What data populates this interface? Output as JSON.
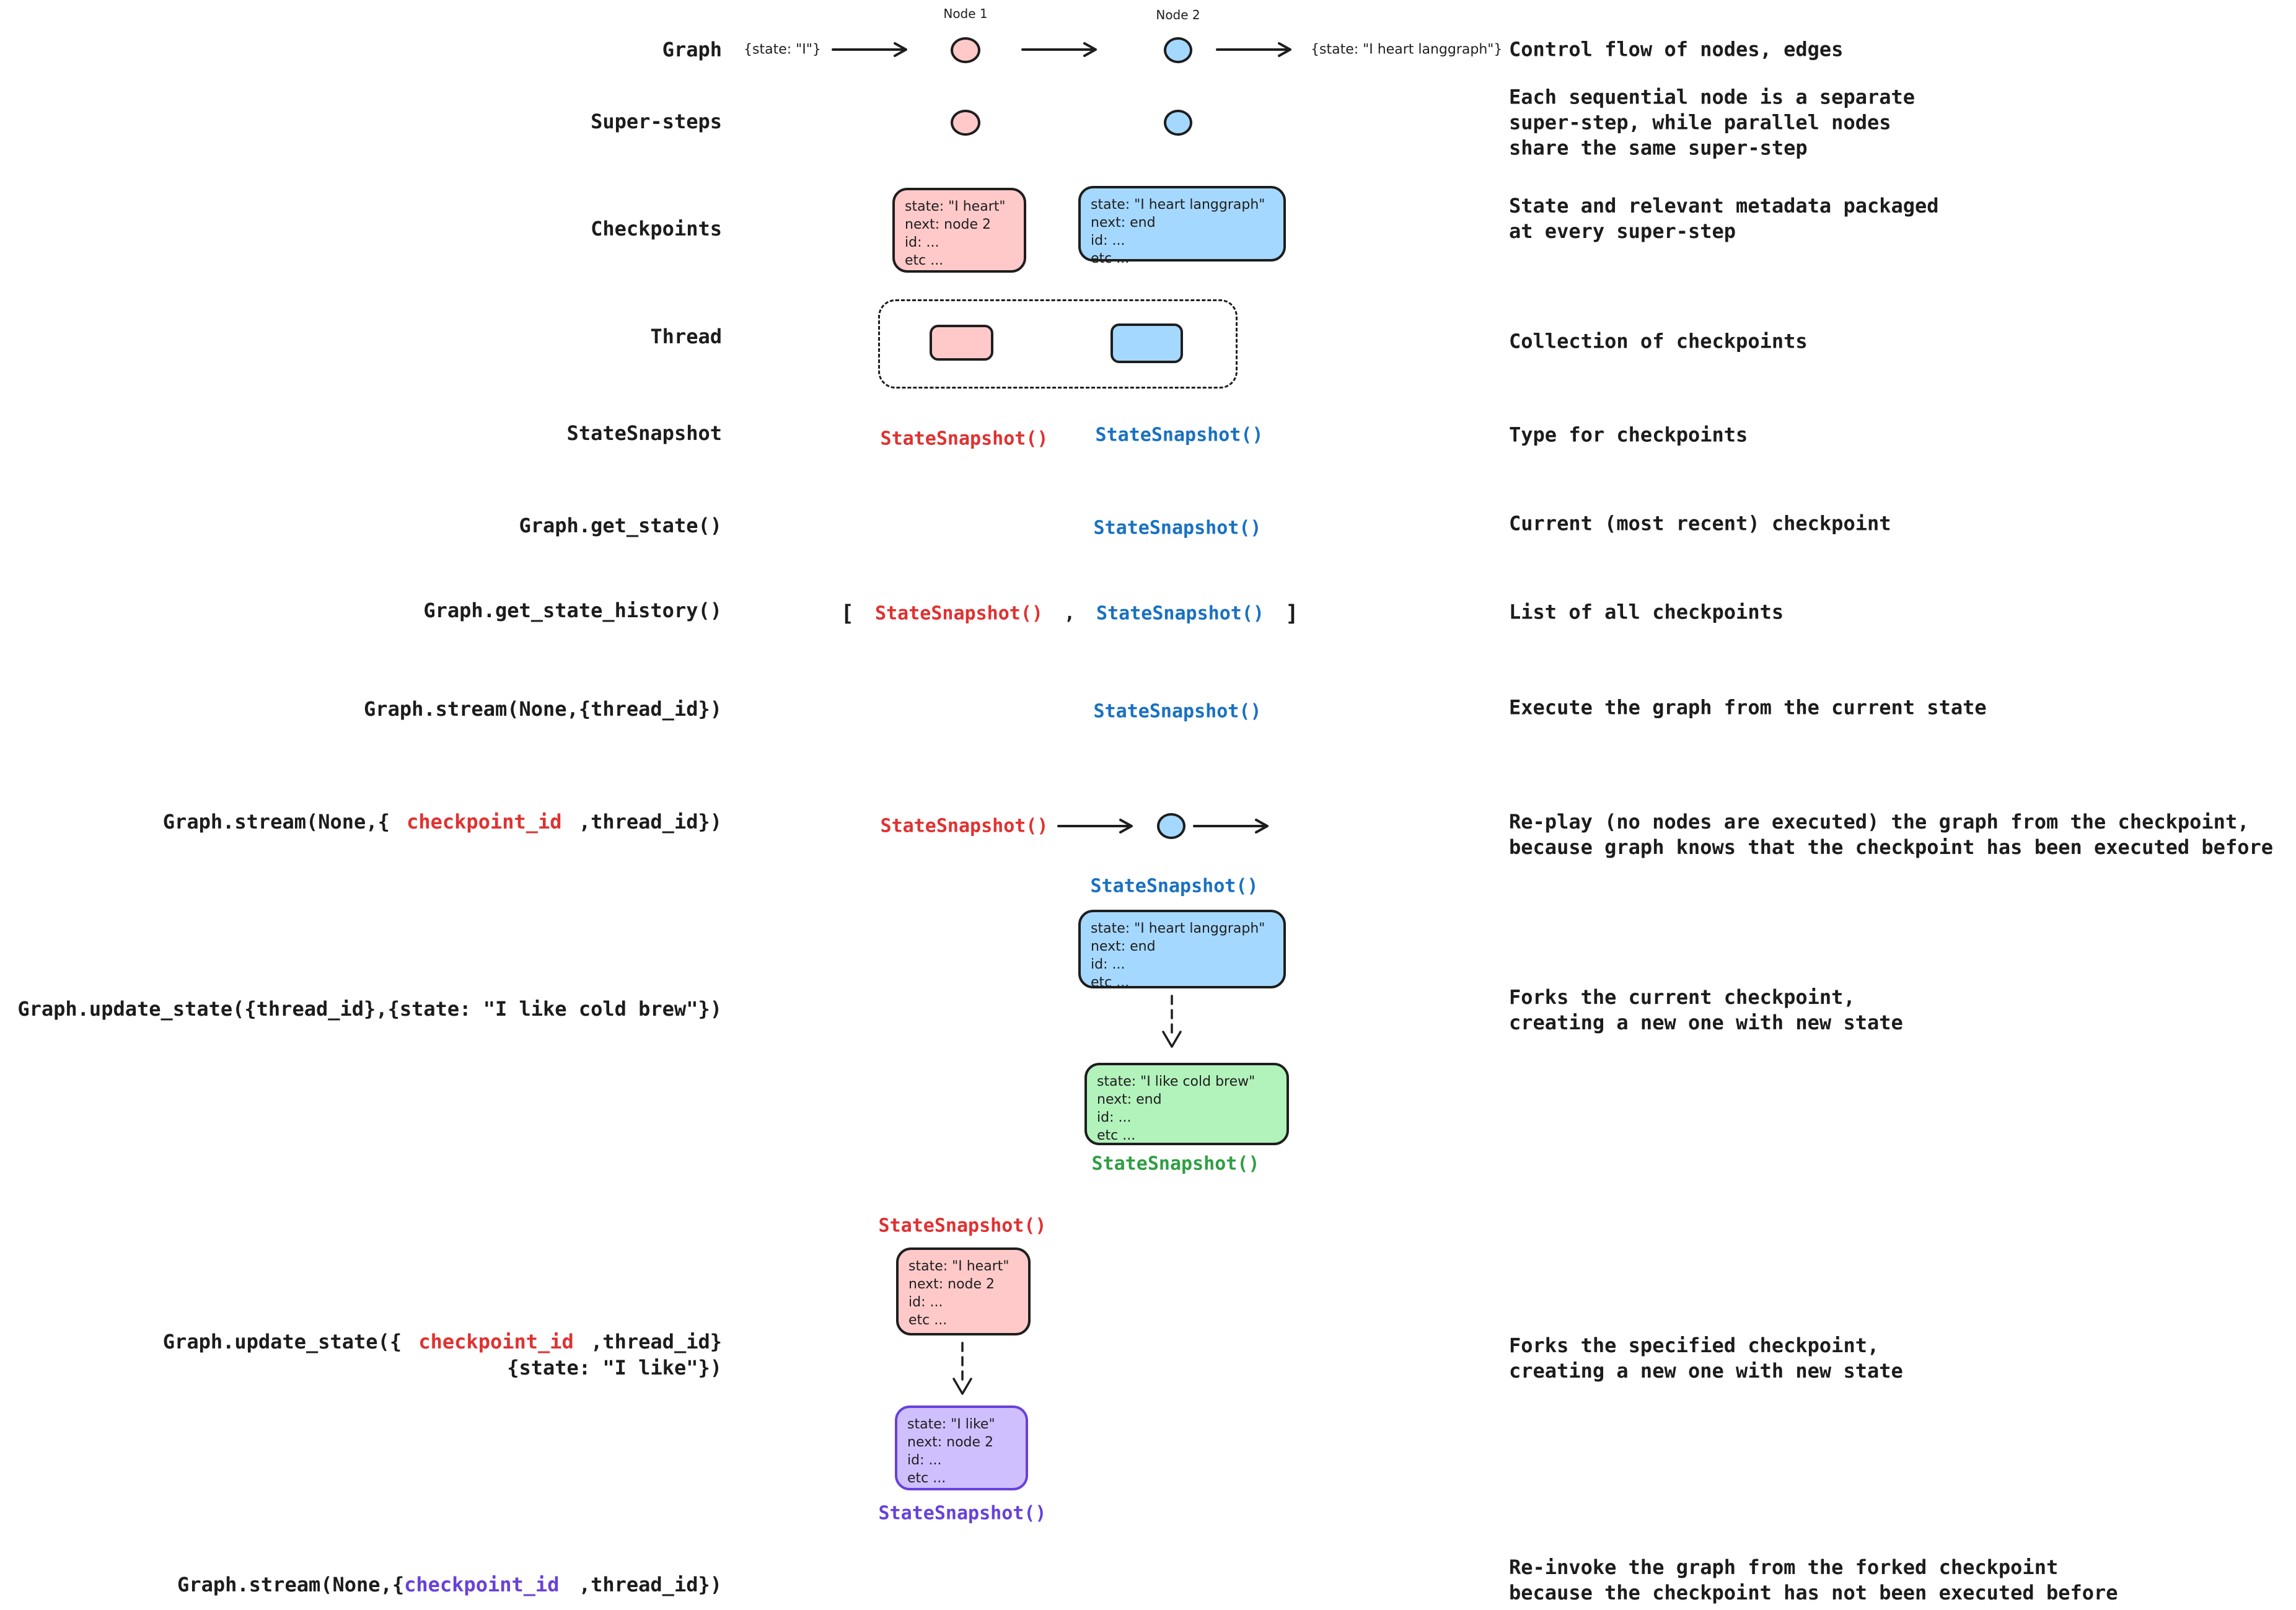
{
  "colors": {
    "ink": "#1e1e1e",
    "red_text": "#e03131",
    "blue_text": "#1971c2",
    "green_text": "#2f9e44",
    "purple_text": "#6741d9",
    "pink_fill": "#ffc9c9",
    "blue_fill": "#a5d8ff",
    "green_fill": "#b2f2bb",
    "purple_fill": "#d0bfff"
  },
  "rows": {
    "graph": {
      "label": "Graph",
      "desc": "Control flow of nodes, edges"
    },
    "super_steps": {
      "label": "Super-steps",
      "desc_lines": [
        "Each sequential node is a separate",
        "super-step, while parallel nodes",
        "share the same super-step"
      ]
    },
    "checkpoints": {
      "label": "Checkpoints",
      "desc_lines": [
        "State and relevant metadata packaged",
        "at every super-step"
      ]
    },
    "thread": {
      "label": "Thread",
      "desc": "Collection of checkpoints"
    },
    "state_snapshot": {
      "label": "StateSnapshot",
      "desc": "Type for checkpoints"
    },
    "get_state": {
      "label": "Graph.get_state()",
      "desc": "Current (most recent) checkpoint"
    },
    "get_state_history": {
      "label": "Graph.get_state_history()",
      "desc": "List of all checkpoints"
    },
    "stream_current": {
      "label": "Graph.stream(None,{thread_id})",
      "desc": "Execute the graph from the current state"
    },
    "stream_replay": {
      "label_pre": "Graph.stream(None,{ ",
      "label_arg": "checkpoint_id",
      "label_post": " ,thread_id})",
      "desc_lines": [
        "Re-play (no nodes are executed) the graph from the checkpoint,",
        "because graph knows that the checkpoint has been executed before"
      ]
    },
    "update_current": {
      "label": "Graph.update_state({thread_id},{state: \"I like cold brew\"})",
      "desc_lines": [
        "Forks the current checkpoint,",
        "creating a new one with new state"
      ]
    },
    "update_specified": {
      "label_pre": "Graph.update_state({ ",
      "label_arg": "checkpoint_id",
      "label_post": " ,thread_id}",
      "label_line2": "{state: \"I like\"})",
      "desc_lines": [
        "Forks the specified checkpoint,",
        "creating a new one with new state"
      ]
    },
    "stream_forked": {
      "label_pre": "Graph.stream(None,{",
      "label_arg": "checkpoint_id",
      "label_post": " ,thread_id})",
      "desc_lines": [
        "Re-invoke the graph from the forked checkpoint",
        "because the checkpoint has not been executed before"
      ]
    }
  },
  "diagram": {
    "node1_label": "Node 1",
    "node2_label": "Node 2",
    "input_state": "{state: \"I\"}",
    "output_state": "{state: \"I heart langgraph\"}",
    "snapshot_call": "StateSnapshot()",
    "bracket_open": "[",
    "comma": ",",
    "bracket_close": "]",
    "card_pink": [
      "state: \"I heart\"",
      "next: node 2",
      "id: ...",
      "etc ..."
    ],
    "card_blue": [
      "state: \"I heart langgraph\"",
      "next: end",
      "id: ...",
      "etc ..."
    ],
    "card_green": [
      "state: \"I like cold brew\"",
      "next: end",
      "id: ...",
      "etc ..."
    ],
    "card_purple": [
      "state: \"I like\"",
      "next: node 2",
      "id: ...",
      "etc ..."
    ]
  }
}
